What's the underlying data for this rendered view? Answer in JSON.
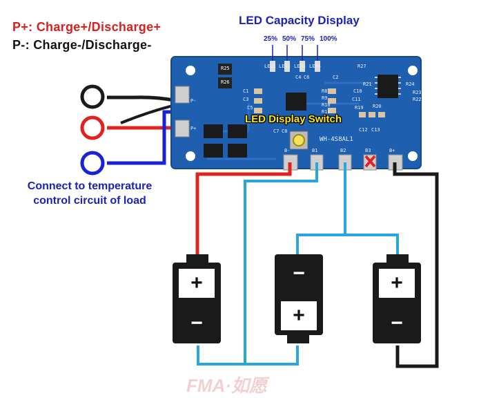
{
  "legend": {
    "p_plus": {
      "term": "P+:",
      "desc": "Charge+/Discharge+"
    },
    "p_minus": {
      "term": "P-:",
      "desc": "Charge-/Discharge-"
    }
  },
  "led_display": {
    "title": "LED Capacity Display",
    "levels": [
      "25%",
      "50%",
      "75%",
      "100%"
    ]
  },
  "switch_label": "LED Display Switch",
  "temperature_note": "Connect to temperature control circuit of load",
  "board": {
    "model": "WH-4S8AL1",
    "pads": [
      "B-",
      "B1",
      "B2",
      "B3",
      "B+"
    ],
    "component_labels": [
      "R25",
      "R26",
      "R27",
      "R22",
      "R23",
      "R24",
      "C1",
      "C2",
      "C3",
      "C4",
      "C5",
      "C6",
      "C7",
      "C8",
      "C10",
      "C11",
      "C12",
      "C13",
      "R8",
      "R9",
      "R10",
      "R11",
      "R19",
      "R20",
      "R21",
      "LED1",
      "LED2",
      "LED3",
      "LED4",
      "P-",
      "P+"
    ],
    "colors": {
      "pcb": "#1f5fb0",
      "trace": "#2c6fc4",
      "chip": "#1a1a1a",
      "pad": "#cfcfcf"
    }
  },
  "batteries": [
    {
      "top_sign": "+",
      "bottom_sign": "−"
    },
    {
      "top_sign": "−",
      "bottom_sign": "+"
    },
    {
      "top_sign": "+",
      "bottom_sign": "−"
    }
  ],
  "wires": {
    "black": "#1a1a1a",
    "red": "#e0231f",
    "blue": "#1a22d8",
    "light_blue": "#2aa6df"
  },
  "watermark": "FMA·如愿"
}
